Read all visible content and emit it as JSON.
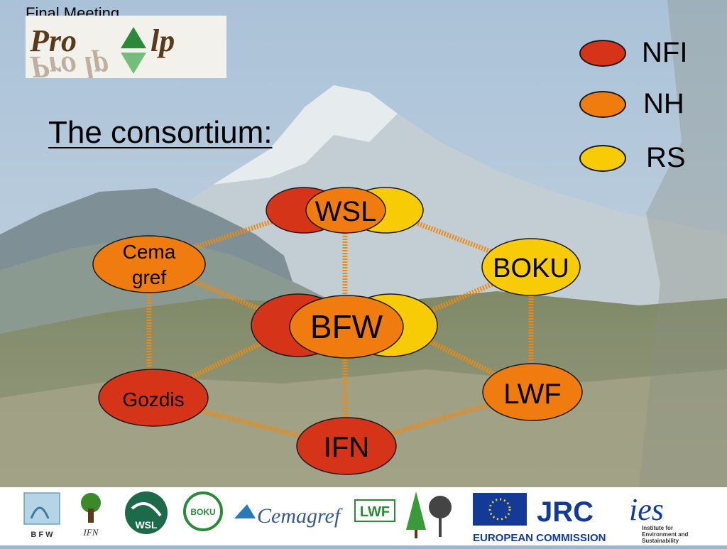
{
  "header": {
    "meeting": "Final Meeting",
    "logo_text": "ProAlp"
  },
  "title": "The consortium:",
  "legend": [
    {
      "label": "NFI",
      "color": "#d63419"
    },
    {
      "label": "NH",
      "color": "#f07c10"
    },
    {
      "label": "RS",
      "color": "#f8cc05"
    }
  ],
  "nodes": {
    "wsl": "WSL",
    "cemagref": [
      "Cema",
      "gref"
    ],
    "boku": "BOKU",
    "bfw": "BFW",
    "gozdis": "Gozdis",
    "lwf": "LWF",
    "ifn": "IFN"
  },
  "footer": {
    "logos": [
      "B F W",
      "IFN",
      "WSL",
      "BOKU",
      "Cemagref",
      "LWF",
      "JRC",
      "EUROPEAN COMMISSION",
      "ies",
      "Institute for",
      "Environment and",
      "Sustainability"
    ]
  },
  "colors": {
    "nfi": "#d63419",
    "nh": "#f07c10",
    "rs": "#f8cc05",
    "link": "#f08a14"
  }
}
